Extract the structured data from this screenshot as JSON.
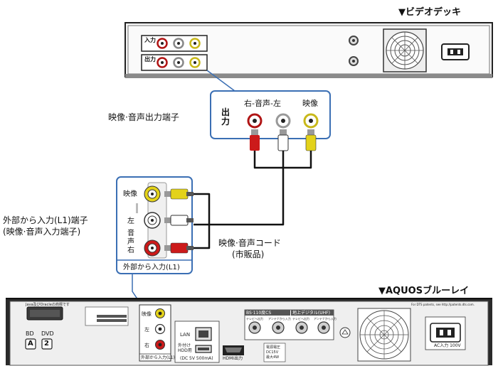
{
  "vcr": {
    "title": "▼ビデオデッキ",
    "row_in": "入力",
    "row_out": "出力"
  },
  "zoom_out": {
    "side_label": "出力",
    "col_right_audio": "右-音声-左",
    "col_video": "映像"
  },
  "labels": {
    "out_terminal": "映像·音声出力端子",
    "ext_in_line1": "外部から入力(L1)端子",
    "ext_in_line2": "(映像·音声入力端子)",
    "cable_line1": "映像·音声コード",
    "cable_line2": "(市販品)"
  },
  "zoom_in": {
    "video": "映像",
    "left": "左",
    "audio": "音",
    "voice": "声",
    "right": "右",
    "footer": "外部から入力(L1)"
  },
  "recorder": {
    "title": "▼AQUOSブルーレイ",
    "java": "Java及びOracleの商標です",
    "bd": "BD",
    "dvd": "DVD",
    "bd_mark": "A",
    "dvd_mark": "2",
    "in_video": "映像",
    "in_left": "左",
    "in_right": "右",
    "in_footer": "外部から入力(L1)",
    "lan": "LAN",
    "hdd_1": "外付け",
    "hdd_2": "HDD用",
    "hdd_power": "(DC 5V 500mA)",
    "hdmi": "HDMI出力",
    "bs": "BS·110度CS",
    "chideji": "地上デジタル(UHF)",
    "ant_in_1": "テレビへ出力",
    "ant_in_2": "アンテナから入力",
    "ant_in_3": "テレビへ出力",
    "ant_in_4": "アンテナから入力",
    "supply": "電源電圧",
    "supply_dc15": "DC15V",
    "supply_max": "最大4W",
    "patents": "For DTS patents, see http://patents.dts.com.",
    "ac": "AC入力 100V"
  },
  "colors": {
    "video_yellow": "#e3d21a",
    "audio_white": "#ffffff",
    "audio_red": "#cc1a1a",
    "cable_black": "#111111",
    "panel_gray": "#dcdcdc",
    "chassis_dark": "#2a2a2a"
  }
}
